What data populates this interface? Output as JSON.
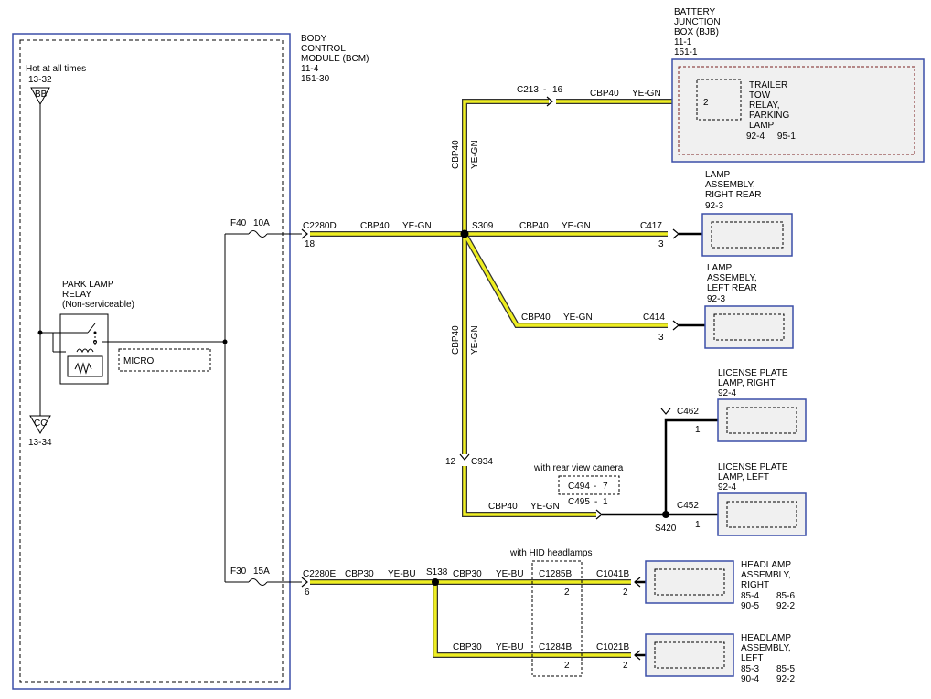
{
  "bcm": {
    "lines": [
      "BODY",
      "CONTROL",
      "MODULE (BCM)",
      "11-4",
      "151-30"
    ]
  },
  "hot": {
    "label": "Hot at all times",
    "ref": "13-32",
    "bus_top": "BB",
    "bus_bottom": "CC",
    "ref_bottom": "13-34"
  },
  "relay": {
    "lines": [
      "PARK LAMP",
      "RELAY",
      "(Non-serviceable)"
    ],
    "micro": "MICRO"
  },
  "fuses": {
    "f40": "F40",
    "f40_amp": "10A",
    "f30": "F30",
    "f30_amp": "15A"
  },
  "bjb": {
    "lines": [
      "BATTERY",
      "JUNCTION",
      "BOX (BJB)",
      "11-1",
      "151-1"
    ],
    "trailer": [
      "TRAILER",
      "TOW",
      "RELAY,",
      "PARKING",
      "LAMP"
    ],
    "pin": "2",
    "refs": "92-4     95-1"
  },
  "wire": {
    "cbp40": "CBP40",
    "cbp30": "CBP30",
    "yegn": "YE-GN",
    "yebu": "YE-BU"
  },
  "conn": {
    "c213": "C213",
    "c213_pin": "16",
    "c2280d": "C2280D",
    "c2280d_pin": "18",
    "c2280e": "C2280E",
    "c2280e_pin": "6",
    "c417": "C417",
    "c417_pin": "3",
    "c414": "C414",
    "c414_pin": "3",
    "c934": "C934",
    "c934_pin": "12",
    "c462": "C462",
    "c462_pin": "1",
    "c452": "C452",
    "c452_pin": "1",
    "c494": "C494",
    "c494_pin": "7",
    "c495": "C495",
    "c495_pin": "1",
    "c1285b": "C1285B",
    "c1285b_pin": "2",
    "c1284b": "C1284B",
    "c1284b_pin": "2",
    "c1041b": "C1041B",
    "c1041b_pin": "2",
    "c1021b": "C1021B",
    "c1021b_pin": "2"
  },
  "splices": {
    "s309": "S309",
    "s420": "S420",
    "s138": "S138"
  },
  "notes": {
    "rear_camera": "with rear view camera",
    "hid": "with HID headlamps"
  },
  "components": {
    "lamp_rr": [
      "LAMP",
      "ASSEMBLY,",
      "RIGHT REAR",
      "92-3"
    ],
    "lamp_lr": [
      "LAMP",
      "ASSEMBLY,",
      "LEFT REAR",
      "92-3"
    ],
    "lic_r": [
      "LICENSE PLATE",
      "LAMP, RIGHT",
      "92-4"
    ],
    "lic_l": [
      "LICENSE PLATE",
      "LAMP, LEFT",
      "92-4"
    ],
    "hl_r": [
      "HEADLAMP",
      "ASSEMBLY,",
      "RIGHT"
    ],
    "hl_r_refs": [
      "85-4",
      "85-6",
      "90-5",
      "92-2"
    ],
    "hl_l": [
      "HEADLAMP",
      "ASSEMBLY,",
      "LEFT"
    ],
    "hl_l_refs": [
      "85-3",
      "85-5",
      "90-4",
      "92-2"
    ]
  }
}
